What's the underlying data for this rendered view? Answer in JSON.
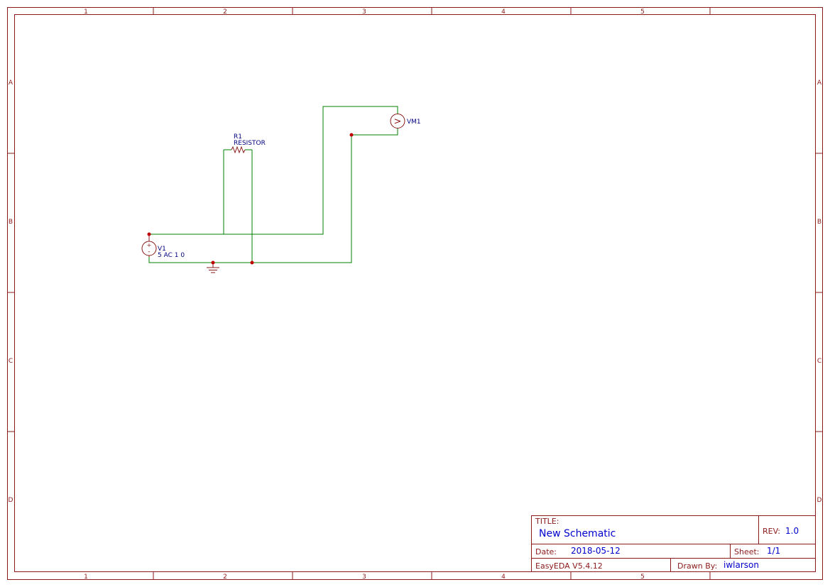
{
  "frame": {
    "columns": [
      "1",
      "2",
      "3",
      "4",
      "5"
    ],
    "rows": [
      "A",
      "B",
      "C",
      "D"
    ]
  },
  "components": {
    "r1": {
      "designator": "R1",
      "value": "RESISTOR"
    },
    "v1": {
      "designator": "V1",
      "value": "5 AC 1 0",
      "plus": "+",
      "minus": "-"
    },
    "vm1": {
      "designator": "VM1",
      "glyph": ">"
    }
  },
  "title_block": {
    "title_label": "TITLE:",
    "title": "New Schematic",
    "rev_label": "REV:",
    "rev": "1.0",
    "date_label": "Date:",
    "date": "2018-05-12",
    "sheet_label": "Sheet:",
    "sheet": "1/1",
    "software": "EasyEDA V5.4.12",
    "drawn_by_label": "Drawn By:",
    "drawn_by": "iwlarson"
  },
  "colors": {
    "frame": "#8b1a1a",
    "wire": "#008000",
    "junction": "#c00000",
    "part_text": "#000080",
    "field_value": "#0000cc"
  }
}
